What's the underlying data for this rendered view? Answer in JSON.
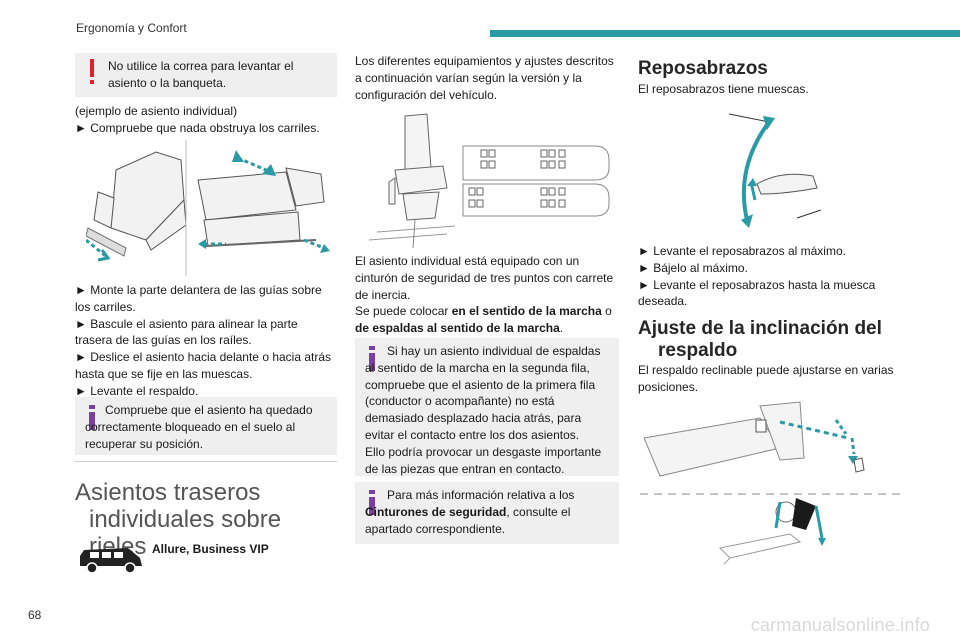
{
  "header": {
    "section": "Ergonomía y Confort"
  },
  "page_number": "68",
  "watermark": "carmanualsonline.info",
  "col1": {
    "warning": "No utilice la correa para levantar el asiento o la banqueta.",
    "example": "(ejemplo de asiento individual)",
    "step1": "► Compruebe que nada obstruya los carriles.",
    "steps2": [
      "► Monte la parte delantera de las guías sobre los carriles.",
      "► Bascule el asiento para alinear la parte trasera de las guías en los raíles.",
      "► Deslice el asiento hacia delante o hacia atrás hasta que se fije en las muescas.",
      "► Levante el respaldo."
    ],
    "info": "Compruebe que el asiento ha quedado correctamente bloqueado en el suelo al recuperar su posición.",
    "section_title_1": "Asientos traseros",
    "section_title_2": "individuales sobre rieles",
    "version": "Allure, Business VIP"
  },
  "col2": {
    "intro": "Los diferentes equipamientos y ajustes descritos a continuación varían según la versión y la configuración del vehículo.",
    "para1": "El asiento individual está equipado con un cinturón de seguridad de tres puntos con carrete de inercia.",
    "para2_a": "Se puede colocar ",
    "para2_b": "en el sentido de la marcha",
    "para2_c": " o ",
    "para2_d": "de espaldas al sentido de la marcha",
    "para2_e": ".",
    "info1": "Si hay un asiento individual de espaldas al sentido de la marcha en la segunda fila, compruebe que el asiento de la primera fila (conductor o acompañante) no está demasiado desplazado hacia atrás, para evitar el contacto entre los dos asientos.",
    "info1b": "Ello podría provocar un desgaste importante de las piezas que entran en contacto.",
    "info2_a": "Para más información relativa a los ",
    "info2_b": "Cinturones de seguridad",
    "info2_c": ", consulte el apartado correspondiente."
  },
  "col3": {
    "title1": "Reposabrazos",
    "text1": "El reposabrazos tiene muescas.",
    "steps": [
      "► Levante el reposabrazos al máximo.",
      "► Bájelo al máximo.",
      "► Levante el reposabrazos hasta la muesca deseada."
    ],
    "title2a": "Ajuste de la inclinación del",
    "title2b": "respaldo",
    "text2": "El respaldo reclinable puede ajustarse en varias posiciones."
  },
  "colors": {
    "accent": "#2a9aa5",
    "warning": "#e3202a",
    "info": "#7b3fa0",
    "box": "#efefef"
  }
}
